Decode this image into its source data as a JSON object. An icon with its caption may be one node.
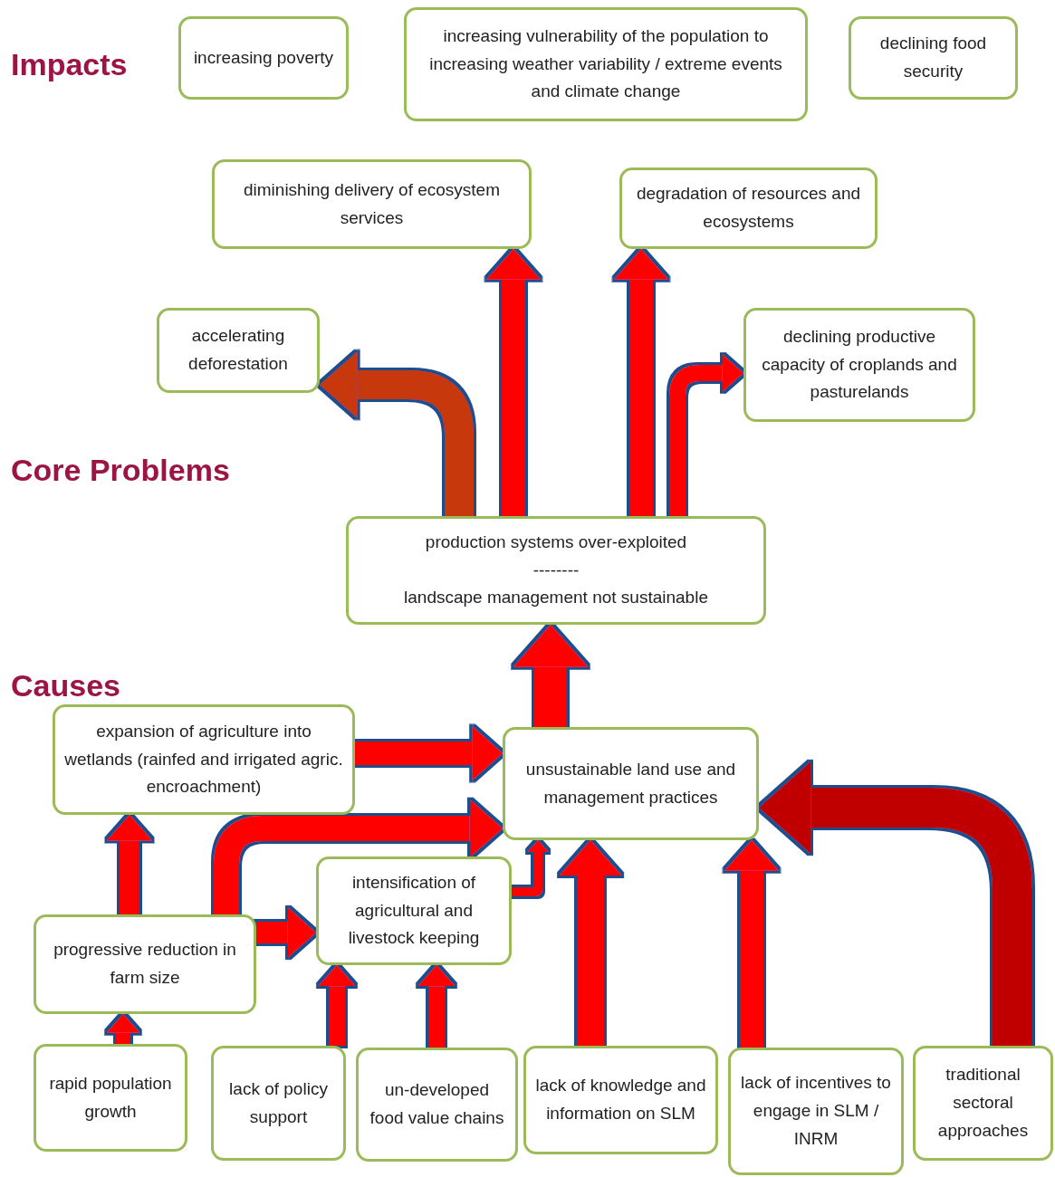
{
  "diagram": {
    "nodes": [
      {
        "text": [
          "increasing poverty"
        ]
      },
      {
        "text": [
          "increasing vulnerability of the population to increasing weather variability / extreme events and climate change"
        ]
      },
      {
        "text": [
          "declining food security"
        ]
      },
      {
        "text": [
          "diminishing delivery of ecosystem services"
        ]
      },
      {
        "text": [
          "degradation of resources and ecosystems"
        ]
      },
      {
        "text": [
          "accelerating deforestation"
        ]
      },
      {
        "text": [
          "declining productive capacity of croplands and pasturelands"
        ]
      },
      {
        "text": [
          "production systems over-exploited",
          "--------",
          "landscape management not sustainable"
        ]
      },
      {
        "text": [
          "expansion of agriculture into wetlands (rainfed and irrigated agric. encroachment)"
        ]
      },
      {
        "text": [
          "unsustainable land use and management practices"
        ]
      },
      {
        "text": [
          "intensification of agricultural and livestock keeping"
        ]
      },
      {
        "text": [
          "progressive reduction in farm size"
        ]
      },
      {
        "text": [
          "rapid population growth"
        ]
      },
      {
        "text": [
          "lack of policy support"
        ]
      },
      {
        "text": [
          "un-developed food value chains"
        ]
      },
      {
        "text": [
          "lack of knowledge and information on SLM"
        ]
      },
      {
        "text": [
          "lack of incentives to engage in SLM / INRM"
        ]
      },
      {
        "text": [
          "traditional sectoral approaches"
        ]
      }
    ],
    "edges": [
      {
        "from": 7,
        "to": 3,
        "arrow": "to"
      },
      {
        "from": 7,
        "to": 4,
        "arrow": "to"
      },
      {
        "from": 7,
        "to": 5,
        "arrow": "to",
        "color": "#c8370e"
      },
      {
        "from": 7,
        "to": 6,
        "arrow": "to"
      },
      {
        "from": 9,
        "to": 7,
        "arrow": "to"
      },
      {
        "from": 8,
        "to": 9,
        "arrow": "to"
      },
      {
        "from": 11,
        "to": 9,
        "arrow": "to"
      },
      {
        "from": 11,
        "to": 10,
        "arrow": "to"
      },
      {
        "from": 11,
        "to": 8,
        "arrow": "to"
      },
      {
        "from": 12,
        "to": 11,
        "arrow": "to"
      },
      {
        "from": 13,
        "to": 10,
        "arrow": "to"
      },
      {
        "from": 14,
        "to": 10,
        "arrow": "to"
      },
      {
        "from": 10,
        "to": 9,
        "arrow": "to"
      },
      {
        "from": 15,
        "to": 9,
        "arrow": "to"
      },
      {
        "from": 16,
        "to": 9,
        "arrow": "to"
      },
      {
        "from": 17,
        "to": 9,
        "arrow": "to",
        "color": "#c00000"
      }
    ],
    "labels": [
      "Impacts",
      "Core Problems",
      "Causes"
    ]
  }
}
